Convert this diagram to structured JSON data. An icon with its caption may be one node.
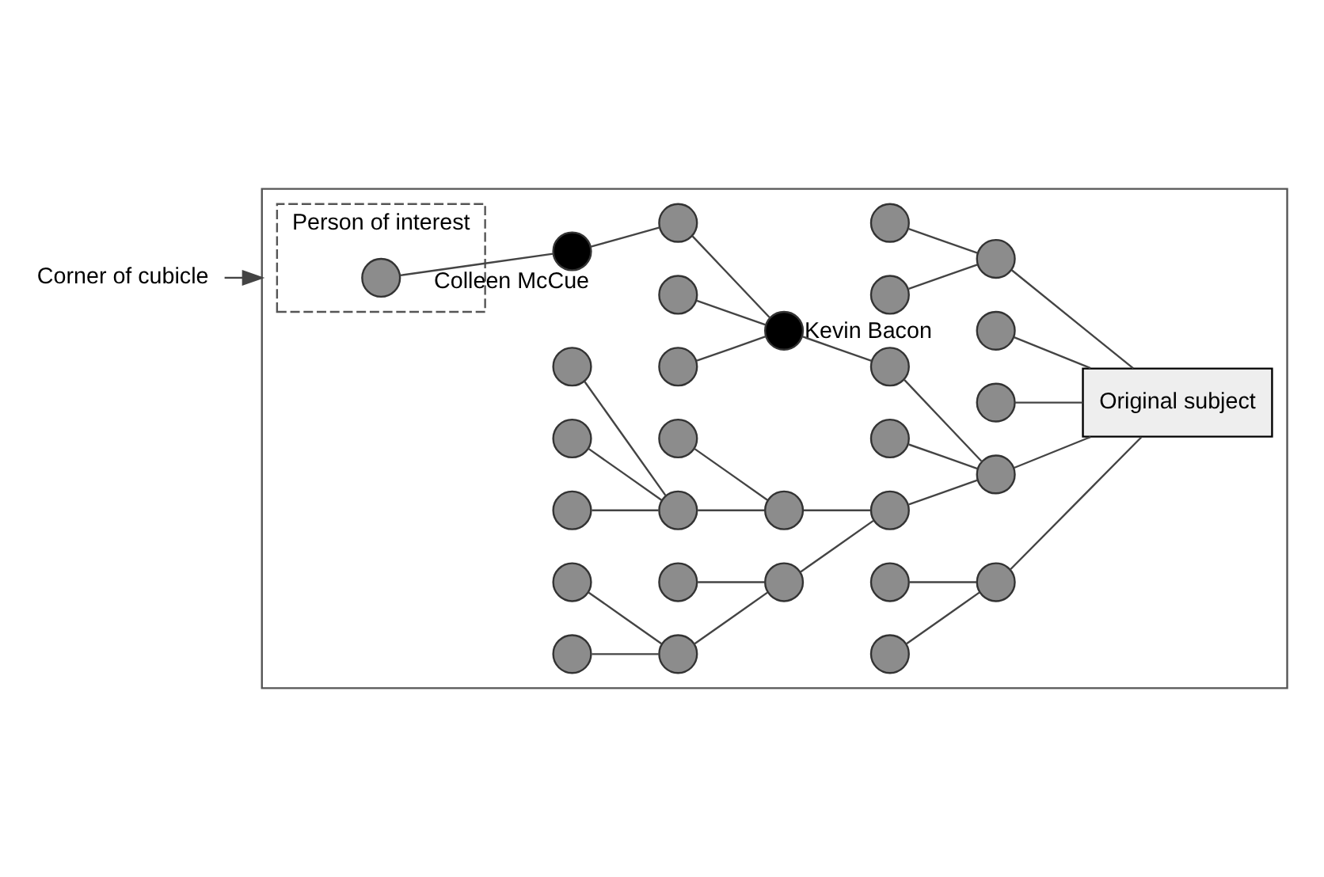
{
  "diagram": {
    "nodes": [
      {
        "text": [
          "Corner of cubicle"
        ]
      },
      {
        "text": [],
        "shape": "box"
      },
      {
        "text": [
          "Person of interest"
        ],
        "in": 1
      },
      {
        "text": [],
        "shape": "circle",
        "in": 2
      },
      {
        "text": [],
        "shape": "circle",
        "in": 1
      },
      {
        "text": [],
        "shape": "circle",
        "in": 1
      },
      {
        "text": [],
        "shape": "circle",
        "in": 1
      },
      {
        "text": [],
        "shape": "circle",
        "in": 1
      },
      {
        "text": [],
        "shape": "circle",
        "in": 1
      },
      {
        "text": [],
        "shape": "circle",
        "in": 1,
        "beside": [
          "Colleen McCue"
        ]
      },
      {
        "text": [],
        "shape": "circle",
        "in": 1
      },
      {
        "text": [],
        "shape": "circle",
        "in": 1,
        "beside": [
          "Kevin Bacon"
        ]
      },
      {
        "text": [],
        "shape": "circle",
        "in": 1
      },
      {
        "text": [],
        "shape": "circle",
        "in": 1
      },
      {
        "text": [],
        "shape": "circle",
        "in": 1
      },
      {
        "text": [],
        "shape": "circle",
        "in": 1
      },
      {
        "text": [],
        "shape": "circle",
        "in": 1
      },
      {
        "text": [],
        "shape": "circle",
        "in": 1
      },
      {
        "text": [],
        "shape": "circle",
        "in": 1
      },
      {
        "text": [],
        "shape": "circle",
        "in": 1
      },
      {
        "text": [
          "Original subject"
        ],
        "in": 1
      },
      {
        "text": [],
        "shape": "circle",
        "in": 1
      },
      {
        "text": [],
        "shape": "circle",
        "in": 1
      },
      {
        "text": [],
        "shape": "circle",
        "in": 1
      },
      {
        "text": [],
        "shape": "circle",
        "in": 1
      },
      {
        "text": [],
        "shape": "circle",
        "in": 1
      },
      {
        "text": [],
        "shape": "circle",
        "in": 1
      },
      {
        "text": [],
        "shape": "circle",
        "in": 1
      },
      {
        "text": [],
        "shape": "circle",
        "in": 1
      },
      {
        "text": [],
        "shape": "circle",
        "in": 1
      },
      {
        "text": [],
        "shape": "circle",
        "in": 1
      },
      {
        "text": [],
        "shape": "circle",
        "in": 1
      },
      {
        "text": [],
        "shape": "circle",
        "in": 1
      }
    ],
    "edges": [
      {
        "from": 0,
        "to": 1,
        "arrow": "to"
      },
      {
        "from": 3,
        "to": 9,
        "arrow": "none"
      },
      {
        "from": 9,
        "to": 14,
        "arrow": "none"
      },
      {
        "from": 14,
        "to": 11,
        "arrow": "none"
      },
      {
        "from": 7,
        "to": 11,
        "arrow": "none"
      },
      {
        "from": 4,
        "to": 11,
        "arrow": "none"
      },
      {
        "from": 11,
        "to": 12,
        "arrow": "none"
      },
      {
        "from": 12,
        "to": 19,
        "arrow": "none"
      },
      {
        "from": 13,
        "to": 16,
        "arrow": "none"
      },
      {
        "from": 15,
        "to": 16,
        "arrow": "none"
      },
      {
        "from": 22,
        "to": 16,
        "arrow": "none"
      },
      {
        "from": 16,
        "to": 17,
        "arrow": "none"
      },
      {
        "from": 21,
        "to": 17,
        "arrow": "none"
      },
      {
        "from": 17,
        "to": 18,
        "arrow": "none"
      },
      {
        "from": 18,
        "to": 19,
        "arrow": "none"
      },
      {
        "from": 19,
        "to": 20,
        "arrow": "none"
      },
      {
        "from": 23,
        "to": 19,
        "arrow": "none"
      },
      {
        "from": 24,
        "to": 18,
        "arrow": "none"
      },
      {
        "from": 27,
        "to": 24,
        "arrow": "none"
      },
      {
        "from": 29,
        "to": 27,
        "arrow": "none"
      },
      {
        "from": 30,
        "to": 27,
        "arrow": "none"
      },
      {
        "from": 28,
        "to": 24,
        "arrow": "none"
      },
      {
        "from": 5,
        "to": 8,
        "arrow": "none"
      },
      {
        "from": 6,
        "to": 8,
        "arrow": "none"
      },
      {
        "from": 8,
        "to": 20,
        "arrow": "none"
      },
      {
        "from": 10,
        "to": 20,
        "arrow": "none"
      },
      {
        "from": 26,
        "to": 20,
        "arrow": "none"
      },
      {
        "from": 25,
        "to": 20,
        "arrow": "none"
      },
      {
        "from": 31,
        "to": 25,
        "arrow": "none"
      },
      {
        "from": 32,
        "to": 25,
        "arrow": "none"
      }
    ]
  }
}
